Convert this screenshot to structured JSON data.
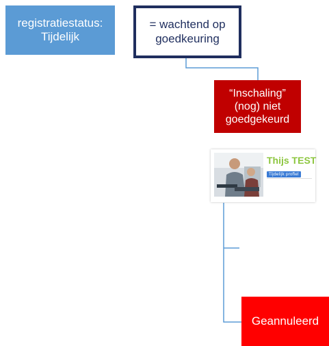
{
  "status_box": {
    "line1": "registratiestatus:",
    "line2": "Tijdelijk"
  },
  "pending_box": {
    "line1": "= wachtend op",
    "line2": "goedkeuring"
  },
  "not_approved_box": {
    "line1": "“Inschaling”",
    "line2": "(nog) niet",
    "line3": "goedgekeurd"
  },
  "profile_card": {
    "name": "Thijs TEST",
    "badge": "Tijdelijk profiel"
  },
  "cancelled_box": {
    "label": "Geannuleerd"
  },
  "colors": {
    "status_fill": "#5b9bd5",
    "pending_border": "#1f2e5e",
    "not_approved_fill": "#c00000",
    "cancelled_fill": "#ff0000",
    "connector": "#5b9bd5",
    "profile_name": "#8dc63f",
    "profile_badge": "#3a7bd5"
  }
}
